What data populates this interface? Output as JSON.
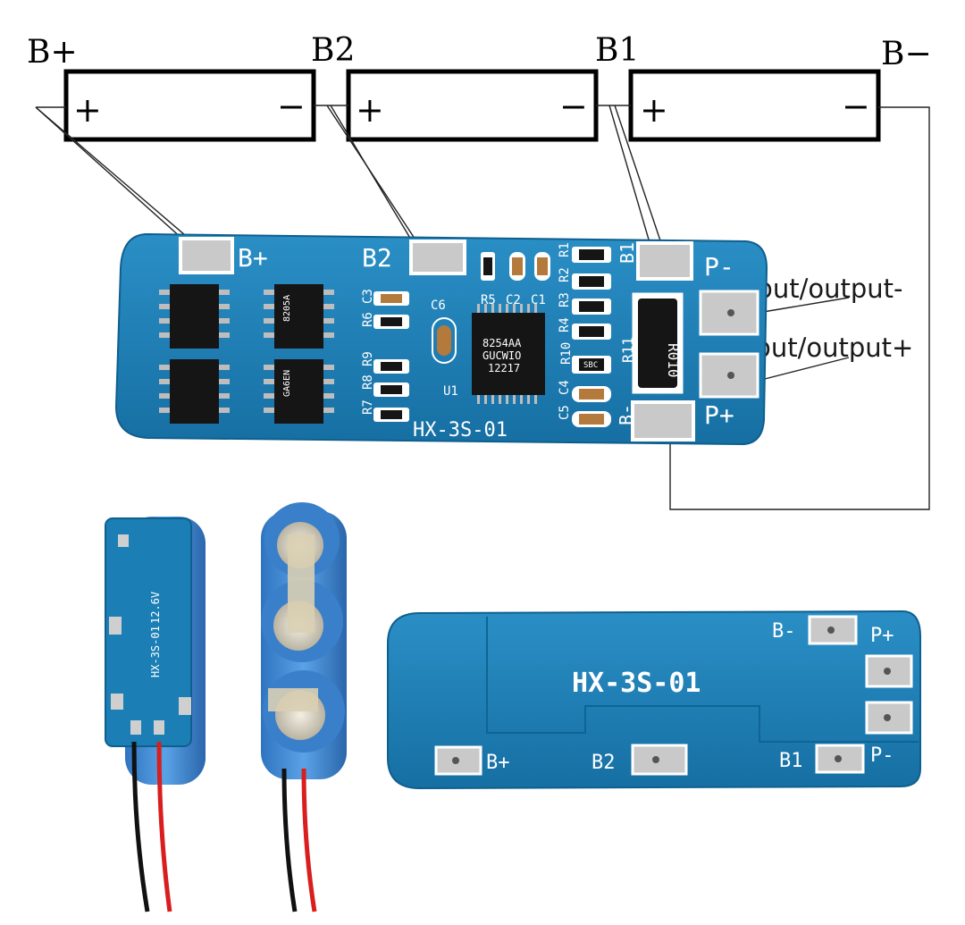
{
  "schematic": {
    "terminals": {
      "b_plus": "B+",
      "b2": "B2",
      "b1": "B1",
      "b_minus": "B−"
    },
    "cells": [
      {
        "plus": "+",
        "minus": "−"
      },
      {
        "plus": "+",
        "minus": "−"
      },
      {
        "plus": "+",
        "minus": "−"
      }
    ],
    "output_minus": "input/output-",
    "output_plus": "input/output+"
  },
  "board_top": {
    "pads": {
      "b_plus": "B+",
      "b2": "B2",
      "b1": "B1",
      "b_minus": "B-",
      "p_minus": "P-",
      "p_plus": "P+"
    },
    "designators": {
      "c3": "C3",
      "r6": "R6",
      "r9": "R9",
      "r8": "R8",
      "r7": "R7",
      "c6": "C6",
      "u1": "U1",
      "r5": "R5",
      "c2": "C2",
      "c1": "C1",
      "r1": "R1",
      "r2": "R2",
      "r3": "R3",
      "r4": "R4",
      "r10": "R10",
      "c4": "C4",
      "c5": "C5",
      "r11": "R11"
    },
    "ic_text": [
      "8254AA",
      "GUCWIO",
      "12217"
    ],
    "shunt_text": "R010",
    "small_part_text": "SBC",
    "model": "HX-3S-01",
    "mosfet_text": [
      "8205A",
      "GA6EN"
    ]
  },
  "pack_photo": {
    "voltage": "12.6V",
    "model": "HX-3S-01"
  },
  "board_back": {
    "model": "HX-3S-01",
    "pads": {
      "b_minus": "B-",
      "p_plus": "P+",
      "b_plus": "B+",
      "b2": "B2",
      "b1": "B1",
      "p_minus": "P-"
    }
  },
  "colors": {
    "pcb": "#1b7fb6",
    "pcb_dark": "#0f5f8e",
    "pad": "#c9c9c9",
    "wire_black": "#111111",
    "wire_red": "#d81e1e"
  }
}
